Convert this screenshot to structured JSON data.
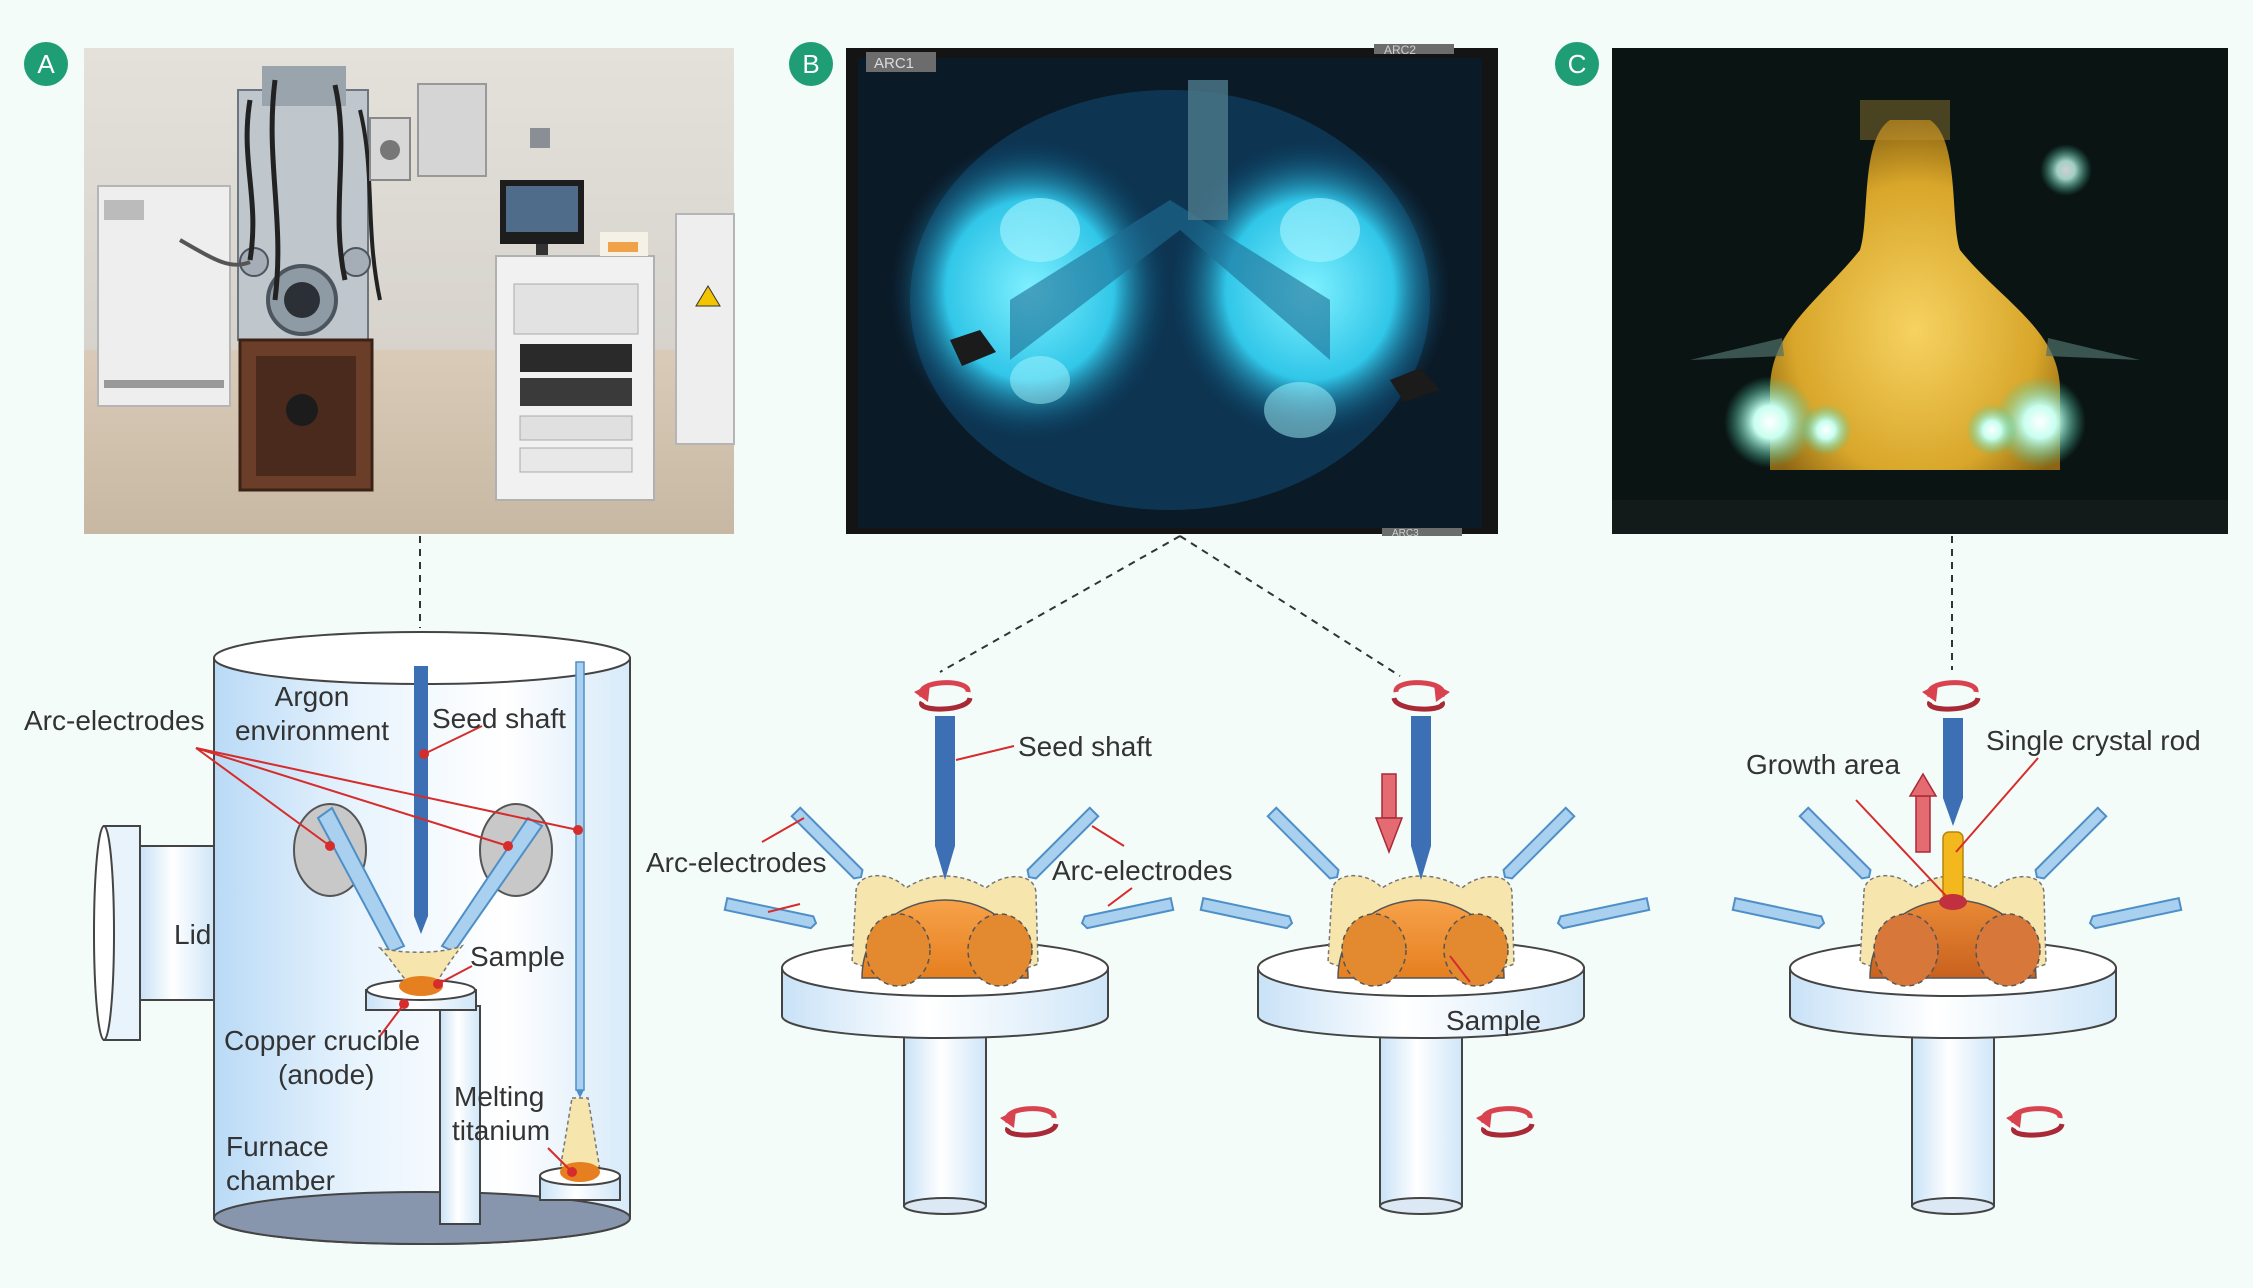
{
  "panels": [
    {
      "badge": "A"
    },
    {
      "badge": "B"
    },
    {
      "badge": "C"
    }
  ],
  "screen_labels": {
    "left": "ARC1",
    "right": "ARC2",
    "bottom": "ARC3"
  },
  "diagram_a": {
    "arc_electrodes": "Arc-electrodes",
    "argon_line1": "Argon",
    "argon_line2": "environment",
    "seed_shaft": "Seed shaft",
    "lid": "Lid",
    "sample": "Sample",
    "crucible_line1": "Copper crucible",
    "crucible_line2": "(anode)",
    "melting_line1": "Melting",
    "melting_line2": "titanium",
    "furnace_line1": "Furnace",
    "furnace_line2": "chamber"
  },
  "diagram_b": {
    "seed_shaft": "Seed shaft",
    "arc_electrodes_left": "Arc-electrodes",
    "arc_electrodes_right": "Arc-electrodes",
    "sample": "Sample"
  },
  "diagram_c": {
    "growth_area": "Growth area",
    "single_crystal_rod": "Single crystal rod"
  },
  "colors": {
    "badge": "#1f9e75",
    "shaft": "#3d6fb4",
    "arrow": "#d9434f",
    "sample": "#f08e34",
    "crystal": "#f2b81d",
    "electrode": "#a9d1ef",
    "pointer": "#d62c2c"
  }
}
